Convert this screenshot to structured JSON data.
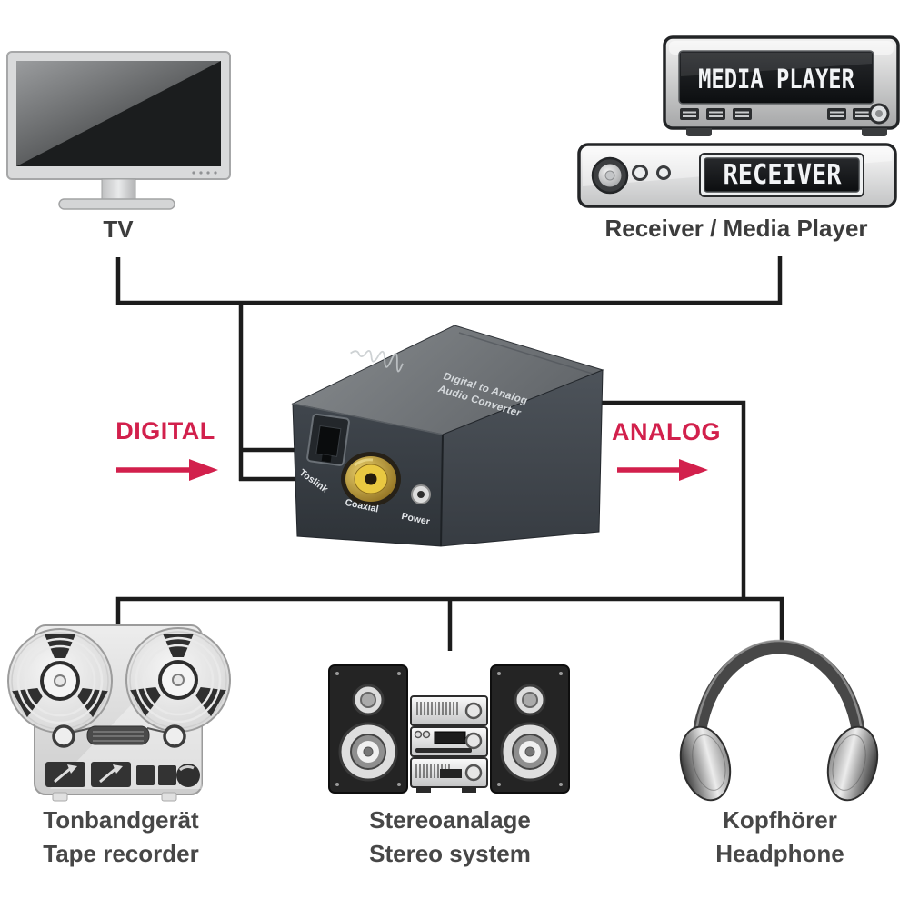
{
  "colors": {
    "accent_red": "#d2204c",
    "cable": "#1c1c1c",
    "label_text": "#474747"
  },
  "tv": {
    "label": "TV"
  },
  "sources": {
    "caption": "Receiver / Media Player",
    "media_player": {
      "display_text": "MEDIA PLAYER"
    },
    "receiver": {
      "display_text": "RECEIVER"
    }
  },
  "converter": {
    "top_label_line1": "Digital to Analog",
    "top_label_line2": "Audio Converter",
    "ports": {
      "toslink_label": "Toslink",
      "coaxial_label": "Coaxial",
      "power_label": "Power"
    }
  },
  "signal_flow": {
    "input": "DIGITAL",
    "output": "ANALOG"
  },
  "outputs": {
    "tape_recorder": {
      "label_de": "Tonbandgerät",
      "label_en": "Tape recorder"
    },
    "stereo_system": {
      "label_de": "Stereoanalage",
      "label_en": "Stereo system"
    },
    "headphone": {
      "label_de": "Kopfhörer",
      "label_en": "Headphone"
    }
  }
}
